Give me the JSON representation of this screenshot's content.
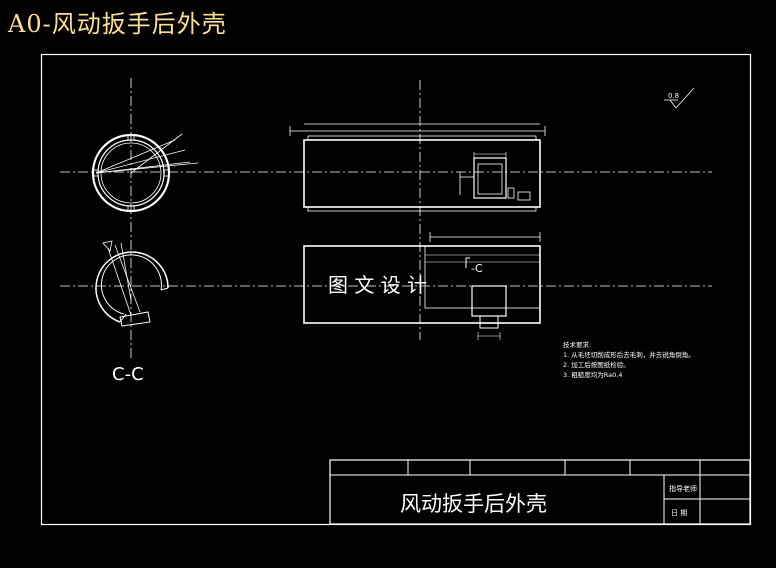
{
  "page_title": "A0-风动扳手后外壳",
  "colors": {
    "background": "#000000",
    "lines": "#ffffff",
    "title_text": "#ffe08a"
  },
  "drawing": {
    "section_label": "C-C",
    "cutting_mark": "-C",
    "roughness_mark": "0.8",
    "watermark": "图 文 设 计"
  },
  "technical_requirements": {
    "heading": "技术要求:",
    "items": [
      "1. 从毛坯切削成形后去毛刺，并去锐角倒角。",
      "2. 加工后按图纸检验。",
      "3. 粗糙度均为Ra0.4"
    ]
  },
  "title_block": {
    "part_name": "风动扳手后外壳",
    "advisor_label": "指导老师",
    "date_label": "日 期"
  }
}
